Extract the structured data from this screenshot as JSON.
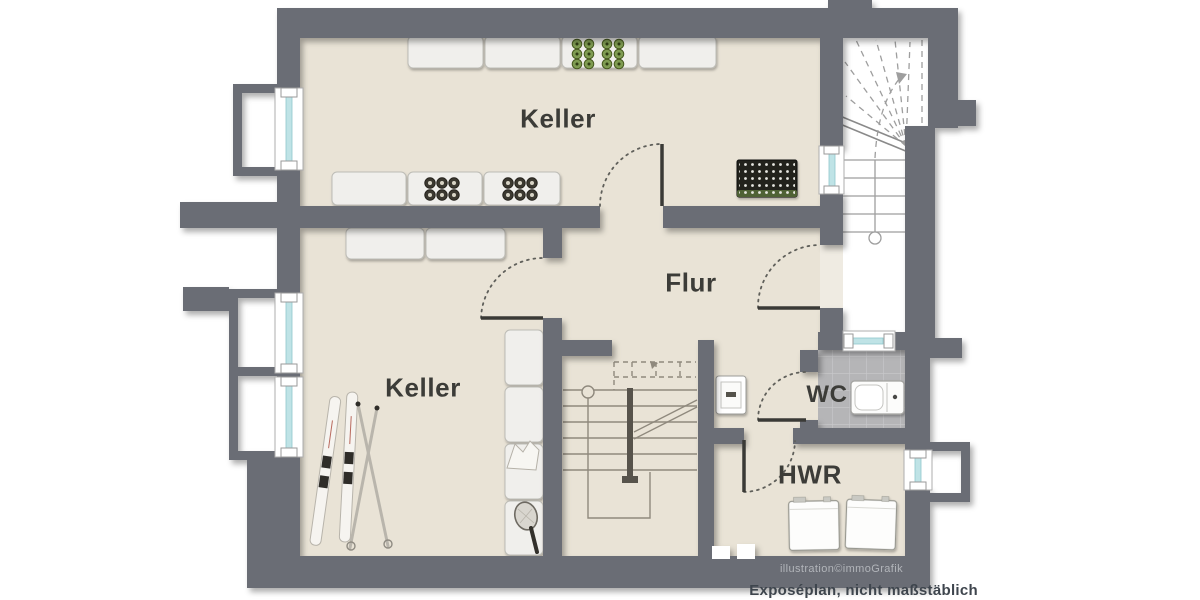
{
  "plan_type": "basement floor plan",
  "rooms": [
    {
      "id": "keller-top",
      "label": "Keller"
    },
    {
      "id": "keller-lower",
      "label": "Keller"
    },
    {
      "id": "flur",
      "label": "Flur"
    },
    {
      "id": "wc",
      "label": "WC"
    },
    {
      "id": "hwr",
      "label": "HWR"
    }
  ],
  "captions": {
    "watermark": "illustration©immoGrafik",
    "disclaimer": "Exposéplan, nicht maßstäblich"
  },
  "colors": {
    "wall": "#6a6d75",
    "floor": "#e9e3d6",
    "tile": "#b5b5b7",
    "glass": "#bfe3e6",
    "jar_green": "#7f9c52",
    "ink": "#3c3c38",
    "watermark": "#b2b5ba",
    "disclaimer": "#3e454d"
  },
  "objects": [
    "storage-shelf-top",
    "storage-shelf-middle",
    "storage-shelf-lower",
    "storage-shelf-vertical",
    "preserve-jars-green",
    "preserve-jars-dark",
    "wine-rack",
    "skis",
    "ski-poles",
    "tennis-racket",
    "bundle",
    "water-heater",
    "bathtub",
    "washing-machine-1",
    "washing-machine-2",
    "staircase-stairwell",
    "staircase-interior",
    "window-left-1",
    "window-left-2",
    "window-left-3",
    "window-right",
    "window-stairwell",
    "window-wc",
    "door-keller-top",
    "door-keller-lower",
    "door-stairwell",
    "door-wc",
    "door-hwr"
  ]
}
